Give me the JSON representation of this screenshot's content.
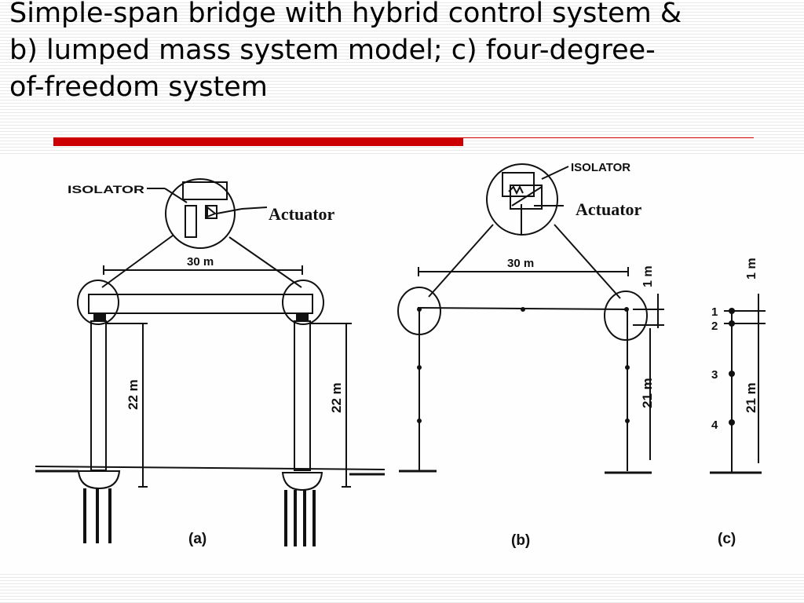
{
  "slide": {
    "title_lines": [
      "Simple-span bridge with hybrid control system &",
      "b) lumped mass system model; c) four-degree-",
      "of-freedom system"
    ],
    "accent_color": "#cc0000"
  },
  "figure": {
    "a": {
      "isolator_label": "ISOLATOR",
      "actuator_label": "Actuator",
      "span_label": "30 m",
      "height_label_left": "22 m",
      "height_label_right": "22 m",
      "caption": "(a)"
    },
    "b": {
      "isolator_label": "ISOLATOR",
      "actuator_label": "Actuator",
      "span_label": "30 m",
      "top_label": "1 m",
      "height_label": "21 m",
      "caption": "(b)"
    },
    "c": {
      "top_label": "1 m",
      "height_label": "21 m",
      "node_labels": [
        "1",
        "2",
        "3",
        "4"
      ],
      "caption": "(c)"
    }
  }
}
